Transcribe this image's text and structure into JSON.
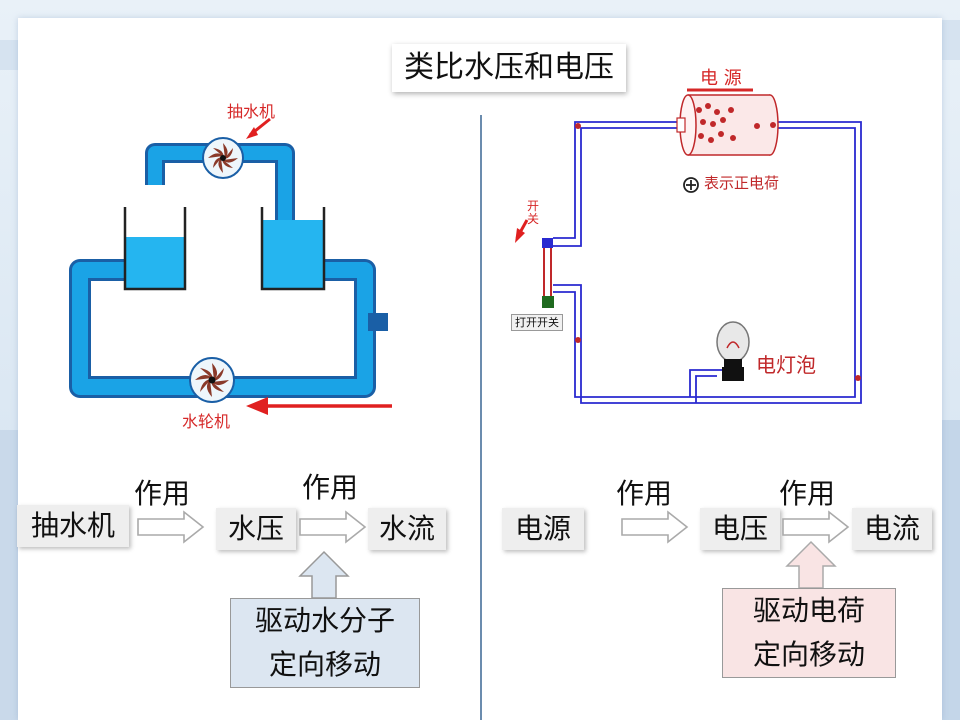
{
  "title": "类比水压和电压",
  "water_diagram": {
    "pump_label": "抽水机",
    "turbine_label": "水轮机",
    "colors": {
      "pipe": "#1aa3e6",
      "pipe_edge": "#1a5fa6",
      "water": "#25b5f0",
      "pump": "#8a3a2a",
      "arrow": "#e02020"
    }
  },
  "circuit_diagram": {
    "source_label": "电 源",
    "charge_legend": "表示正电荷",
    "switch_label": "开关",
    "switch_button_label": "打开开关",
    "bulb_label": "电灯泡",
    "colors": {
      "wire": "#2a2ad0",
      "charge": "#c0282a",
      "label_red": "#d62828"
    }
  },
  "water_chain": {
    "source": "抽水机",
    "action_1": "作用",
    "pressure": "水压",
    "action_2": "作用",
    "flow": "水流",
    "note_line1": "驱动水分子",
    "note_line2": "定向移动"
  },
  "electric_chain": {
    "source": "电源",
    "action_1": "作用",
    "pressure": "电压",
    "action_2": "作用",
    "flow": "电流",
    "note_line1": "驱动电荷",
    "note_line2": "定向移动"
  }
}
